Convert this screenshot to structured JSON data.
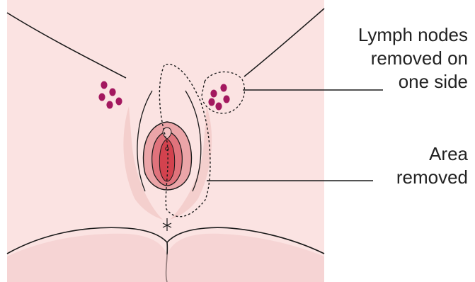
{
  "labels": {
    "lymph_nodes": [
      "Lymph nodes",
      "removed on",
      "one side"
    ],
    "area_removed": [
      "Area",
      "removed"
    ]
  },
  "colors": {
    "skin": "#fbe3e2",
    "skin_shadow": "#f2c9c8",
    "outline": "#1a1a1a",
    "lymph_node": "#a3185f",
    "labia_outer": "#eba5a8",
    "labia_inner": "#e0737c",
    "vestibule": "#d3424e",
    "text": "#222222"
  },
  "icons": {
    "lymph_nodes_left": "lymph-node-cluster",
    "lymph_nodes_right": "lymph-node-cluster",
    "removed_area": "dashed-outline"
  }
}
